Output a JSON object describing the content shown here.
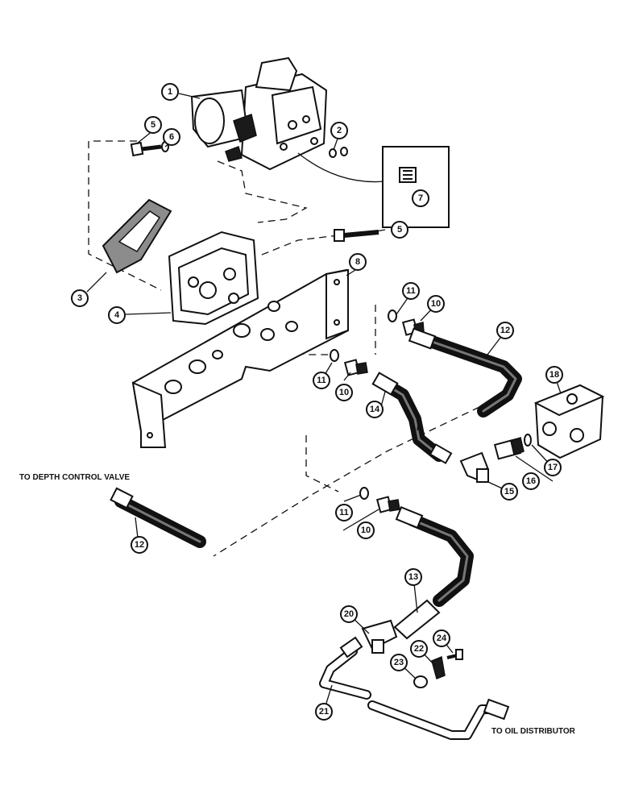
{
  "labels": {
    "depth_control": "TO DEPTH CONTROL VALVE",
    "oil_distributor": "TO OIL DISTRIBUTOR"
  },
  "callouts": [
    {
      "id": "c1",
      "number": "1"
    },
    {
      "id": "c2",
      "number": "2"
    },
    {
      "id": "c3",
      "number": "3"
    },
    {
      "id": "c4",
      "number": "4"
    },
    {
      "id": "c5a",
      "number": "5"
    },
    {
      "id": "c5b",
      "number": "5"
    },
    {
      "id": "c6",
      "number": "6"
    },
    {
      "id": "c7",
      "number": "7"
    },
    {
      "id": "c8",
      "number": "8"
    },
    {
      "id": "c10a",
      "number": "10"
    },
    {
      "id": "c10b",
      "number": "10"
    },
    {
      "id": "c10c",
      "number": "10"
    },
    {
      "id": "c11a",
      "number": "11"
    },
    {
      "id": "c11b",
      "number": "11"
    },
    {
      "id": "c11c",
      "number": "11"
    },
    {
      "id": "c12a",
      "number": "12"
    },
    {
      "id": "c12b",
      "number": "12"
    },
    {
      "id": "c13",
      "number": "13"
    },
    {
      "id": "c14",
      "number": "14"
    },
    {
      "id": "c15",
      "number": "15"
    },
    {
      "id": "c16",
      "number": "16"
    },
    {
      "id": "c17",
      "number": "17"
    },
    {
      "id": "c18",
      "number": "18"
    },
    {
      "id": "c20",
      "number": "20"
    },
    {
      "id": "c21",
      "number": "21"
    },
    {
      "id": "c22",
      "number": "22"
    },
    {
      "id": "c23",
      "number": "23"
    },
    {
      "id": "c24",
      "number": "24"
    }
  ]
}
